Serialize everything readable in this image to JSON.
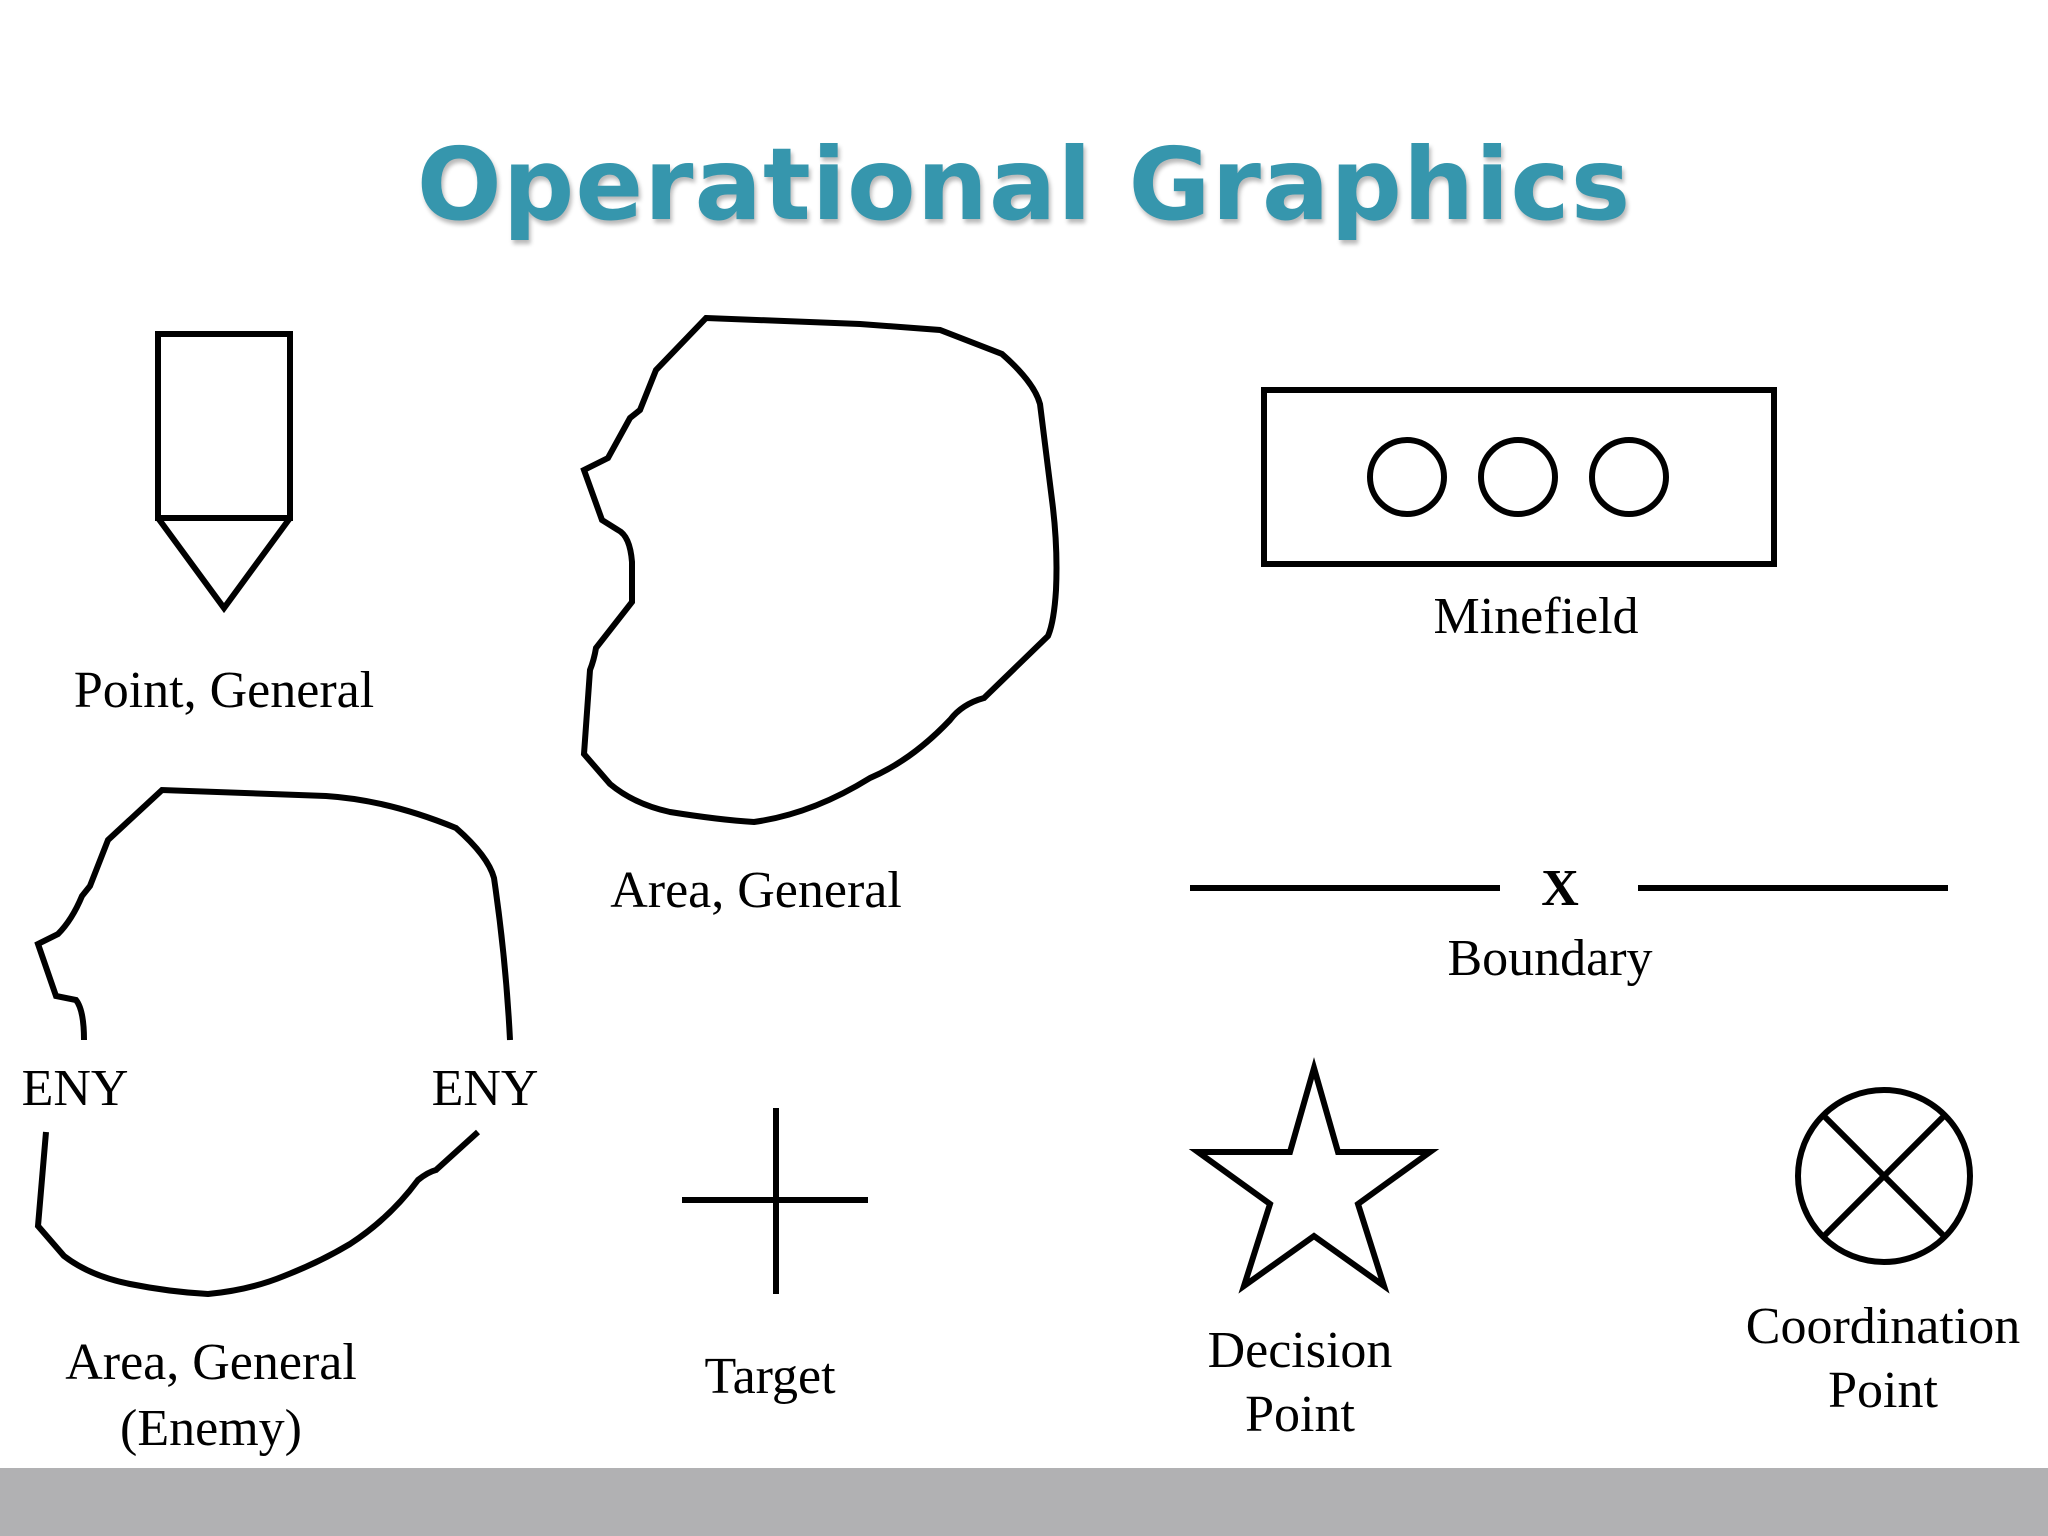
{
  "title": "Operational Graphics",
  "labels": {
    "point_general": "Point, General",
    "area_general": "Area, General",
    "minefield": "Minefield",
    "boundary_marker": "X",
    "boundary": "Boundary",
    "eny_left": "ENY",
    "eny_right": "ENY",
    "area_enemy_line1": "Area, General",
    "area_enemy_line2": "(Enemy)",
    "target": "Target",
    "decision_line1": "Decision",
    "decision_line2": "Point",
    "coordination_line1": "Coordination",
    "coordination_line2": "Point"
  },
  "colors": {
    "title": "#3696ad",
    "bottom_bar": "#b1b1b3",
    "stroke": "#000000"
  }
}
